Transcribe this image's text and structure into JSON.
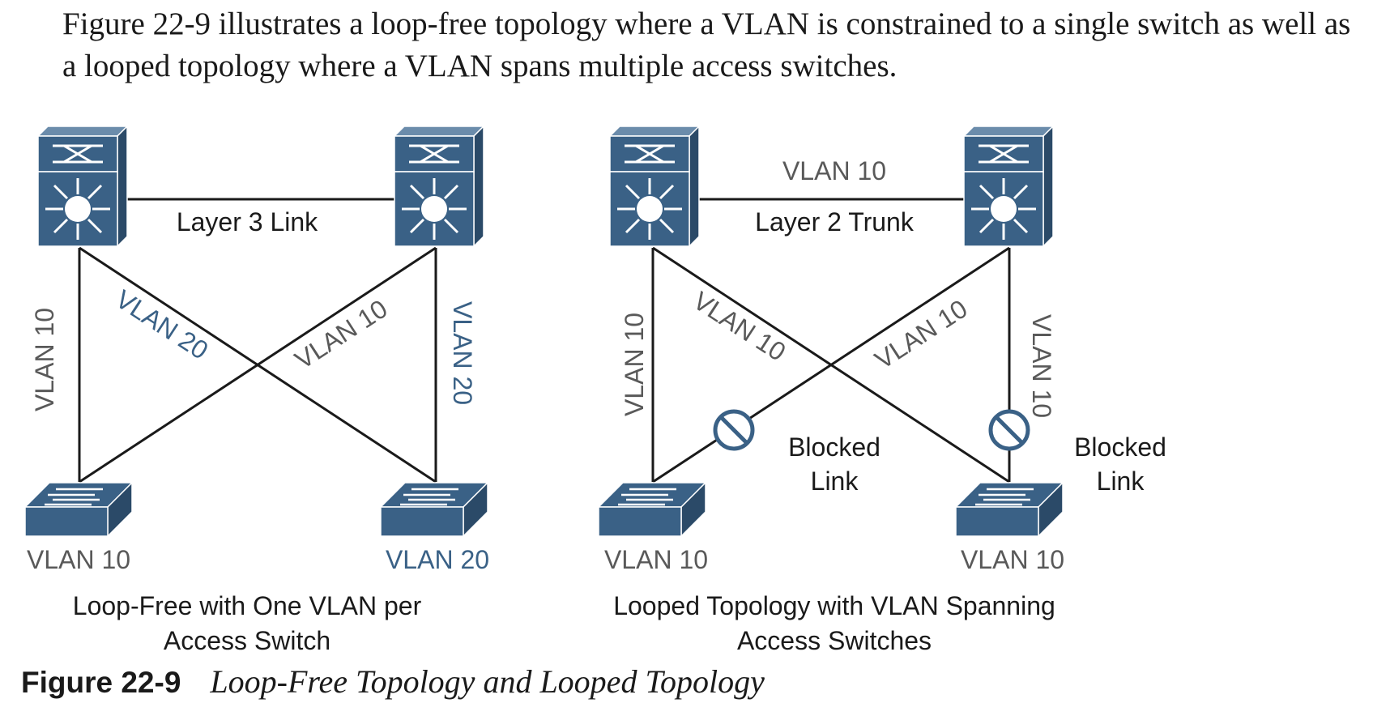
{
  "intro_text": "Figure 22-9 illustrates a loop-free topology where a VLAN is constrained to a single switch as well as a looped topology where a VLAN spans multiple access switches.",
  "colors": {
    "switch_blue": "#3a6186",
    "label_gray": "#595959",
    "label_blue": "#3a6186",
    "line": "#1a1a1a"
  },
  "left_diagram": {
    "core_link_label": "Layer 3 Link",
    "left_vertical_label": "VLAN 10",
    "right_vertical_label": "VLAN 20",
    "cross_left_label": "VLAN 20",
    "cross_right_label": "VLAN 10",
    "access_left_label": "VLAN 10",
    "access_right_label": "VLAN 20",
    "caption_line1": "Loop-Free with One VLAN per",
    "caption_line2": "Access Switch"
  },
  "right_diagram": {
    "core_link_top_label": "VLAN 10",
    "core_link_label": "Layer 2 Trunk",
    "left_vertical_label": "VLAN 10",
    "right_vertical_label": "VLAN 10",
    "cross_left_label": "VLAN 10",
    "cross_right_label": "VLAN 10",
    "blocked_left_line1": "Blocked",
    "blocked_left_line2": "Link",
    "blocked_right_line1": "Blocked",
    "blocked_right_line2": "Link",
    "access_left_label": "VLAN 10",
    "access_right_label": "VLAN 10",
    "caption_line1": "Looped Topology with VLAN Spanning",
    "caption_line2": "Access Switches"
  },
  "figure_caption": {
    "number": "Figure 22-9",
    "title": "Loop-Free Topology and Looped Topology"
  }
}
